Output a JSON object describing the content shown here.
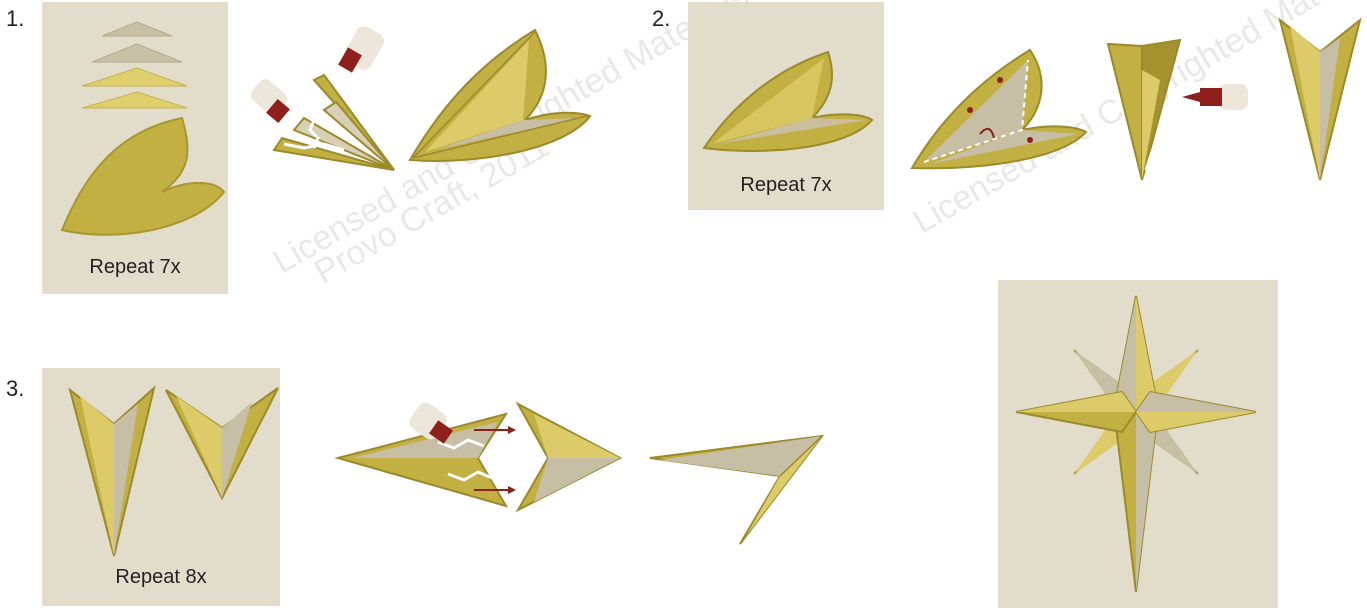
{
  "steps": {
    "s1": {
      "number": "1.",
      "caption": "Repeat 7x"
    },
    "s2": {
      "number": "2.",
      "caption": "Repeat 7x"
    },
    "s3": {
      "number": "3.",
      "caption": "Repeat 8x"
    }
  },
  "watermark": {
    "line1": "Licensed and Copyrighted Materials",
    "line2": "Provo Craft, 2011"
  },
  "colors": {
    "panel": "#e2dccb",
    "gold": "#c3b042",
    "gold_dark": "#9a8a2a",
    "gold_light": "#dccb68",
    "silver": "#c7bea6",
    "glue_red": "#8f1f1a"
  }
}
